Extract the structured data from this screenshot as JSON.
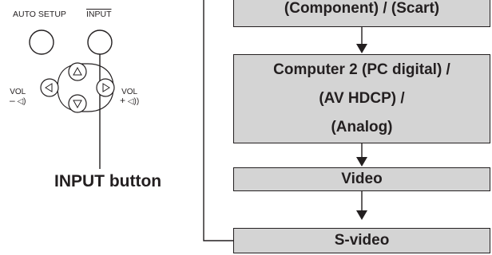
{
  "remote": {
    "auto_setup_label": "AUTO SETUP",
    "input_label": "INPUT",
    "vol_minus_label": "VOL",
    "vol_minus_sign": "–",
    "vol_plus_label": "VOL",
    "vol_plus_sign": "+",
    "caption": "INPUT button"
  },
  "flow": {
    "boxes": [
      {
        "lines": [
          "(Component) / (Scart)"
        ]
      },
      {
        "lines": [
          "Computer 2 (PC digital) /",
          "(AV HDCP) /",
          "(Analog)"
        ]
      },
      {
        "lines": [
          "Video"
        ]
      },
      {
        "lines": [
          "S-video"
        ]
      }
    ]
  }
}
